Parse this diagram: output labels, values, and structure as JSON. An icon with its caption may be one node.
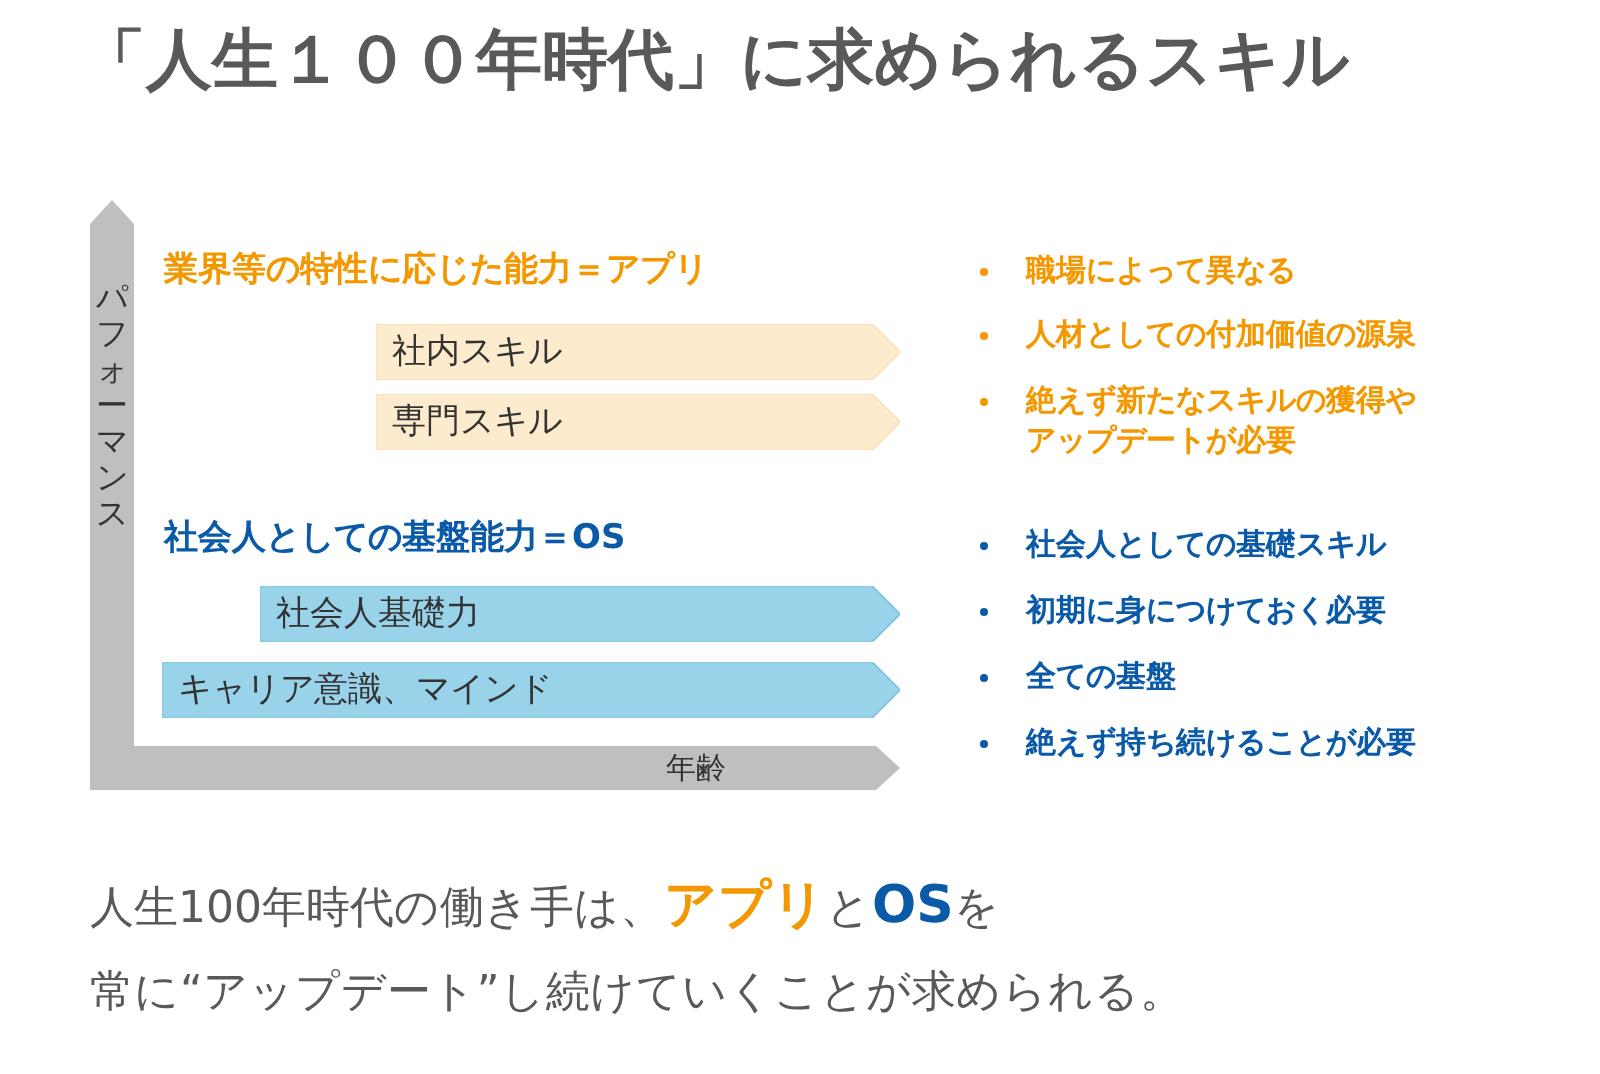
{
  "diagram": {
    "title": "「人生１００年時代」に求められるスキル",
    "nodes": [
      {
        "text": [
          "社内スキル"
        ]
      },
      {
        "text": [
          "専門スキル"
        ]
      },
      {
        "text": [
          "社会人基礎力"
        ]
      },
      {
        "text": [
          "キャリア意識、マインド"
        ]
      }
    ],
    "labels": [
      "パフォーマンス",
      "業界等の特性に応じた能力＝アプリ",
      "職場によって異なる",
      "人材としての付加価値の源泉",
      "絶えず新たなスキルの獲得やアップデートが必要",
      "社会人としての基盤能力＝OS",
      "社会人としての基礎スキル",
      "初期に身につけておく必要",
      "全ての基盤",
      "絶えず持ち続けることが必要",
      "年齢"
    ],
    "caption": "人生100年時代の働き手は、**アプリ**と**OS**を常に“アップデート”し続けていくことが求められる。"
  }
}
